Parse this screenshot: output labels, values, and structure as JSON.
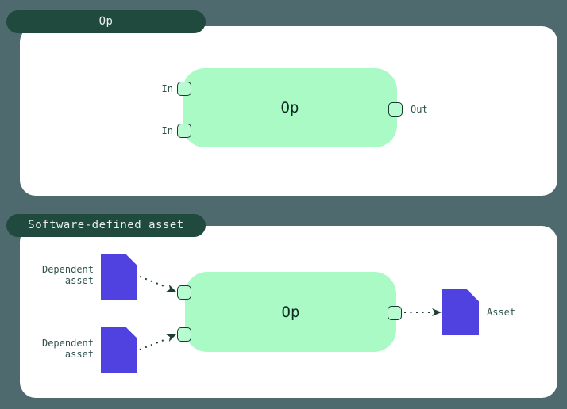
{
  "colors": {
    "background": "#4e6a6f",
    "tab_background": "#1f4a3d",
    "tab_text": "#e9efed",
    "panel_background": "#ffffff",
    "node_fill": "#a9fac5",
    "handle_fill": "#b6fcd0",
    "handle_border": "#193a31",
    "asset_purple": "#4f42e0",
    "label_text": "#2e544e",
    "node_text": "#0f2921",
    "arrow": "#1d3f36"
  },
  "sections": [
    {
      "tab": "Op",
      "node": {
        "label": "Op",
        "inputs": [
          "In",
          "In"
        ],
        "output": "Out"
      }
    },
    {
      "tab": "Software-defined asset",
      "node": {
        "label": "Op"
      },
      "dependent_assets": [
        {
          "line1": "Dependent",
          "line2": "asset"
        },
        {
          "line1": "Dependent",
          "line2": "asset"
        }
      ],
      "output_asset": "Asset"
    }
  ]
}
